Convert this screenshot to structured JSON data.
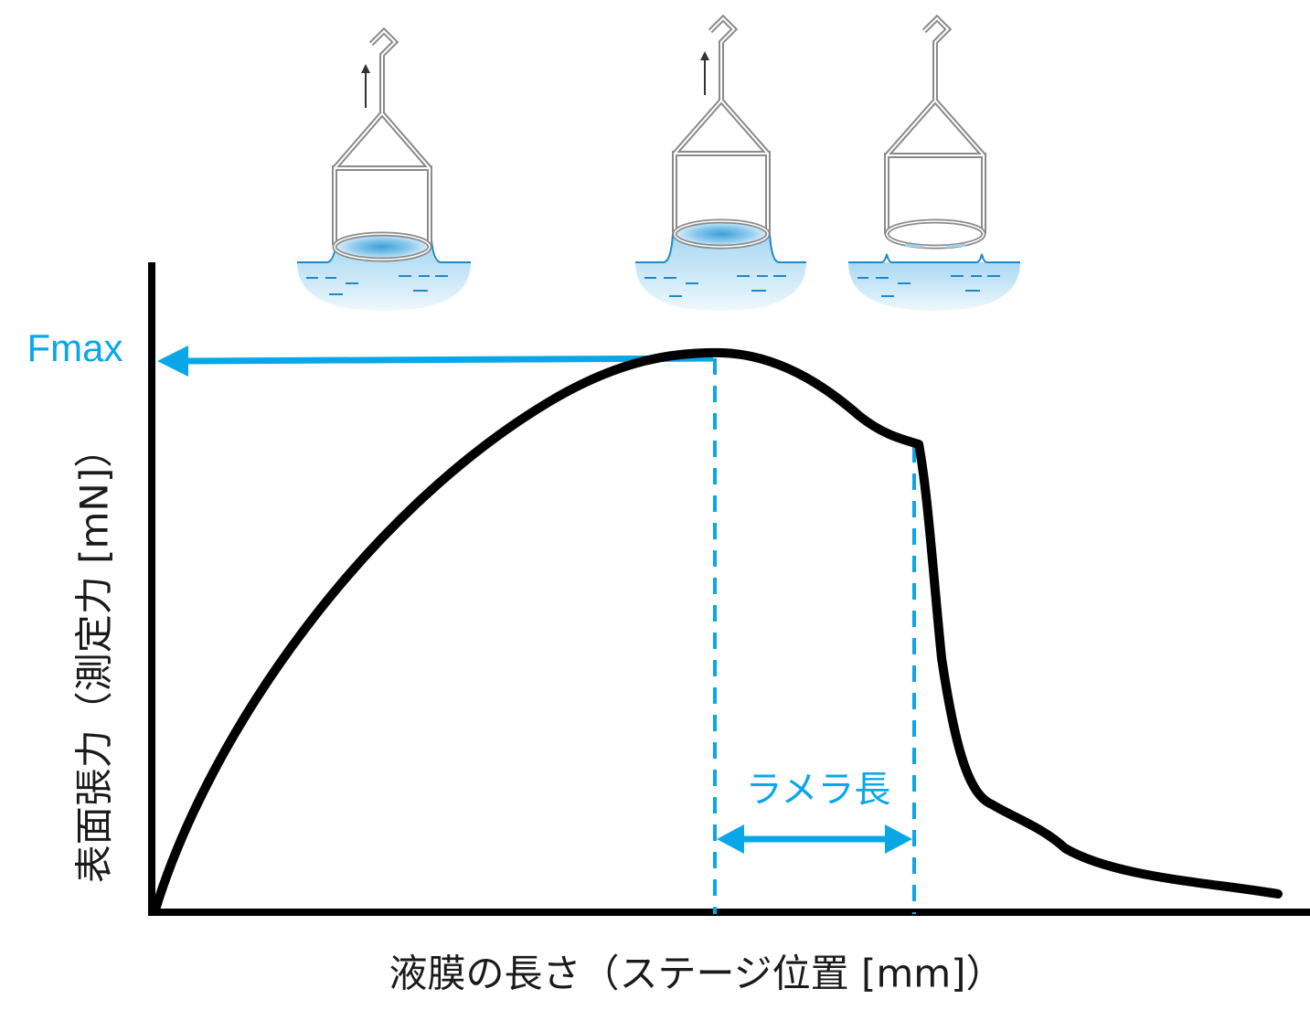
{
  "labels": {
    "fmax": "Fmax",
    "lamella_length": "ラメラ長",
    "y_axis": "表面張力（測定力 [mN]）",
    "x_axis": "液膜の長さ（ステージ位置 [mm]）"
  },
  "colors": {
    "accent": "#0aa7e8",
    "curve": "#000000",
    "frame": "#8a8a8a",
    "water_top": "#a9d8f2",
    "water_bottom": "#e8f5fc",
    "water_line": "#1e88c8"
  },
  "illustrations": [
    {
      "name": "ring-lifting-with-meniscus",
      "arrow": "up-arrow-icon",
      "film": "liquid film inside ring"
    },
    {
      "name": "ring-at-maximum-lamella",
      "arrow": "up-arrow-icon",
      "film": "liquid film inside ring"
    },
    {
      "name": "ring-after-film-rupture",
      "arrow": "",
      "film": "broken film"
    }
  ]
}
